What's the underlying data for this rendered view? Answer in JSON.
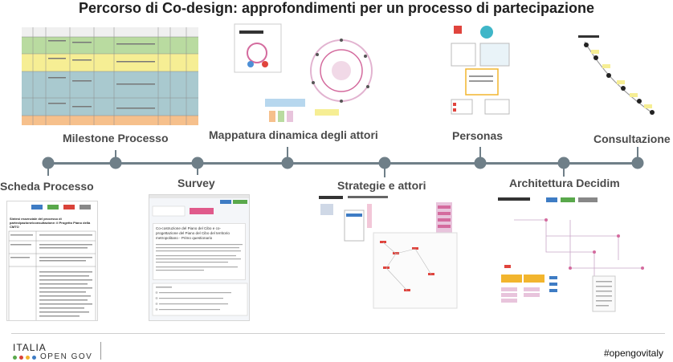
{
  "title": "Percorso di Co-design: approfondimenti per un processo di partecipazione",
  "timeline": {
    "above": [
      {
        "label": "Milestone Processo"
      },
      {
        "label": "Mappatura dinamica degli attori"
      },
      {
        "label": "Personas"
      },
      {
        "label": "Consultazione"
      }
    ],
    "below": [
      {
        "label": "Scheda Processo"
      },
      {
        "label": "Survey"
      },
      {
        "label": "Strategie e attori"
      },
      {
        "label": "Architettura Decidim"
      }
    ]
  },
  "survey_doc": {
    "heading": "Co-costruzione del Piano del Cibo e co-progettazione del Piano del Cibo del territorio metropolitano - Primo questionario"
  },
  "scheda_doc": {
    "heading": "Sintesi essenziale del processo di partecipazione/consultazione: il Progetto Piano della CMTO"
  },
  "footer": {
    "brand_top": "ITALIA",
    "brand_bottom": "OPEN GOV",
    "hashtag": "#opengovitaly"
  },
  "colors": {
    "timeline": "#6f7f88",
    "green": "#b9dba0",
    "yellow": "#f6ee94",
    "teal": "#a9c9cf",
    "orange": "#f6c08c",
    "pink": "#e8c4dc",
    "dot_green": "#59a84b",
    "dot_red": "#d9433a",
    "dot_yellow": "#f2b52e",
    "dot_blue": "#3e7cc4"
  }
}
